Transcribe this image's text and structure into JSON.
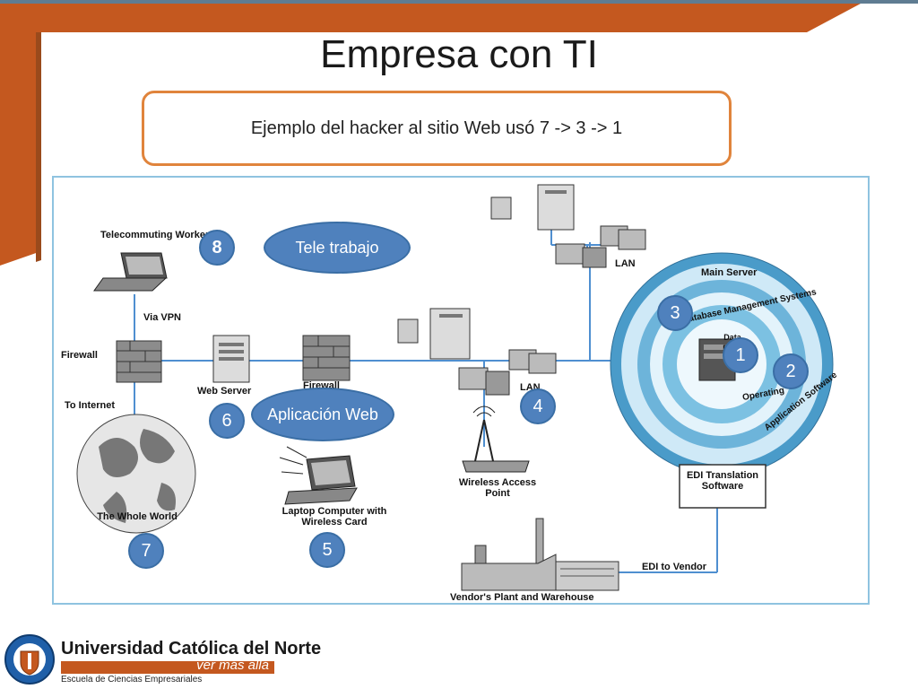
{
  "slide": {
    "title": "Empresa con TI",
    "subtitle": "Ejemplo del hacker al sitio Web usó 7 -> 3 -> 1"
  },
  "diagram": {
    "labels": {
      "telecommuting": "Telecommuting Worker",
      "via_vpn": "Via VPN",
      "firewall_left": "Firewall",
      "to_internet": "To Internet",
      "web_server": "Web Server",
      "firewall_right": "Firewall",
      "whole_world": "The Whole World",
      "laptop": "Laptop Computer with Wireless Card",
      "lan_top": "LAN",
      "lan_mid": "LAN",
      "wireless_ap": "Wireless Access Point",
      "main_server": "Main Server",
      "dbms": "Database Management Systems",
      "data_base": "Data Base",
      "operating": "Operating",
      "application_software": "Application Software",
      "edi_translation": "EDI Translation Software",
      "edi_vendor": "EDI to Vendor",
      "vendor_plant": "Vendor's Plant and Warehouse"
    },
    "callouts": {
      "n1": "1",
      "n2": "2",
      "n3": "3",
      "n4": "4",
      "n5": "5",
      "n6": "6",
      "n7": "7",
      "n8": "8",
      "tele": "Tele trabajo",
      "web_app": "Aplicación Web"
    }
  },
  "footer": {
    "university": "Universidad Católica del Norte",
    "motto": "ver más allá",
    "school": "Escuela de Ciencias Empresariales"
  },
  "colors": {
    "accent_orange": "#c4581f",
    "callout_blue": "#4f81bd",
    "frame_blue": "#8fc3e0"
  }
}
